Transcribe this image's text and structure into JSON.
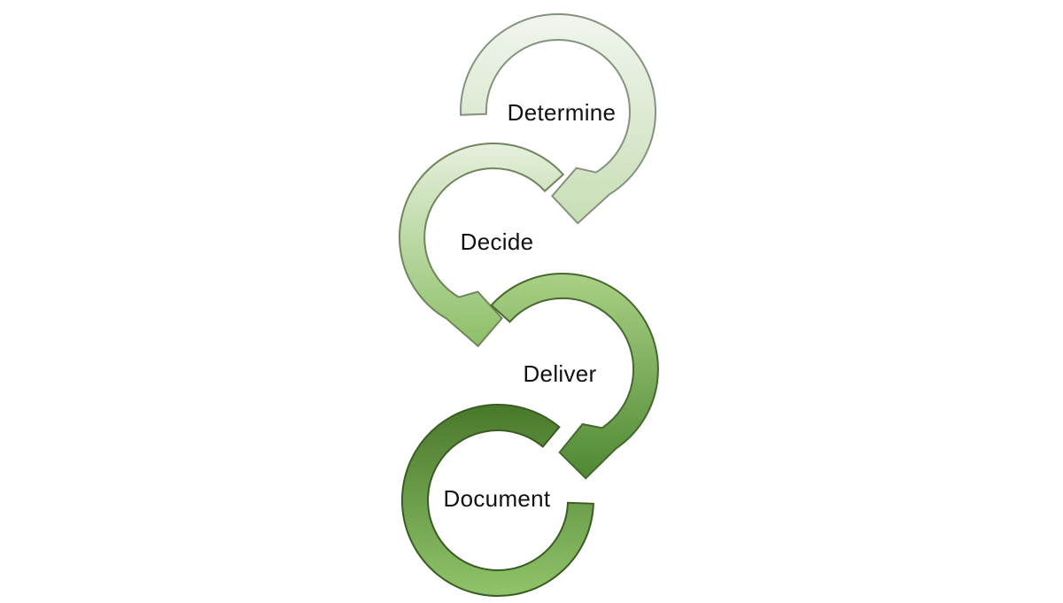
{
  "diagram": {
    "type": "cycle-process-flow",
    "background_color": "#ffffff",
    "label_color": "#111111",
    "steps": [
      {
        "label": "Determine",
        "direction": "clockwise",
        "gradient_top": "#f1f5ee",
        "gradient_bottom": "#c7deb5",
        "outline_color": "#86917e"
      },
      {
        "label": "Decide",
        "direction": "counterclockwise",
        "gradient_top": "#e6f0de",
        "gradient_bottom": "#8cbf66",
        "outline_color": "#70855c"
      },
      {
        "label": "Deliver",
        "direction": "clockwise",
        "gradient_top": "#aad186",
        "gradient_bottom": "#4e8832",
        "outline_color": "#47682e"
      },
      {
        "label": "Document",
        "direction": "counterclockwise",
        "gradient_top": "#49782b",
        "gradient_bottom": "#90c46a",
        "outline_color": "#3a5c24"
      }
    ]
  }
}
